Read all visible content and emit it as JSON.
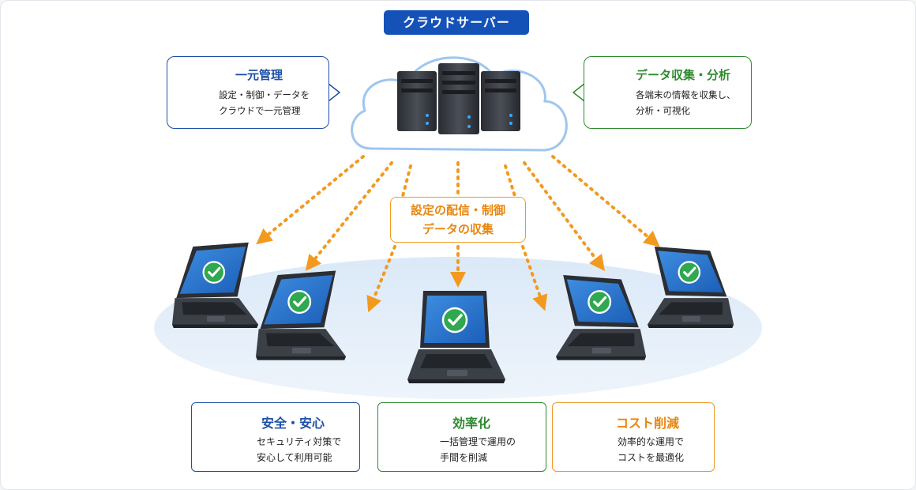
{
  "header": {
    "title": "クラウドサーバー"
  },
  "callout_left": {
    "title": "一元管理",
    "line1": "設定・制御・データを",
    "line2": "クラウドで一元管理",
    "icon": "database-icon",
    "color": "#1d4fa6"
  },
  "callout_right": {
    "title": "データ収集・分析",
    "line1": "各端末の情報を収集し、",
    "line2": "分析・可視化",
    "icon": "bar-chart-icon",
    "color": "#2f8a2f"
  },
  "center_label": {
    "line1": "設定の配信・制御",
    "line2": "データの収集",
    "color": "#f29a1f"
  },
  "devices": {
    "count": 5,
    "status_icon": "check-icon",
    "status_color": "#2fa84f"
  },
  "features": [
    {
      "title": "安全・安心",
      "line1": "セキュリティ対策で",
      "line2": "安心して利用可能",
      "icon": "shield-icon",
      "color": "#1d4fa6"
    },
    {
      "title": "効率化",
      "line1": "一括管理で運用の",
      "line2": "手間を削減",
      "icon": "stopwatch-icon",
      "color": "#2f8a2f"
    },
    {
      "title": "コスト削減",
      "line1": "効率的な運用で",
      "line2": "コストを最適化",
      "icon": "yen-coin-icon",
      "color": "#f29a1f"
    }
  ]
}
